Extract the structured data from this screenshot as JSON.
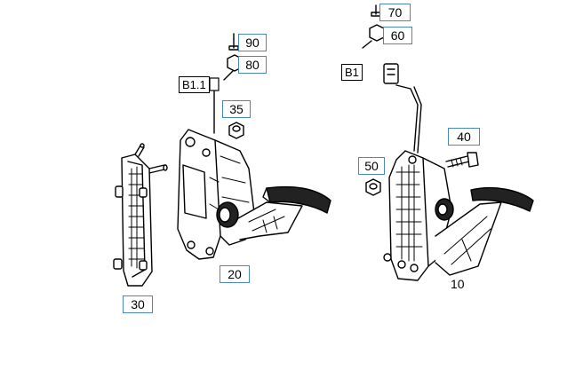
{
  "diagram": {
    "callouts": {
      "p90": "90",
      "p80": "80",
      "p35": "35",
      "p20": "20",
      "p30": "30",
      "p70": "70",
      "p60": "60",
      "p40": "40",
      "p50": "50",
      "p10": "10"
    },
    "connectors": {
      "b1_1": "B1.1",
      "b1": "B1"
    }
  }
}
